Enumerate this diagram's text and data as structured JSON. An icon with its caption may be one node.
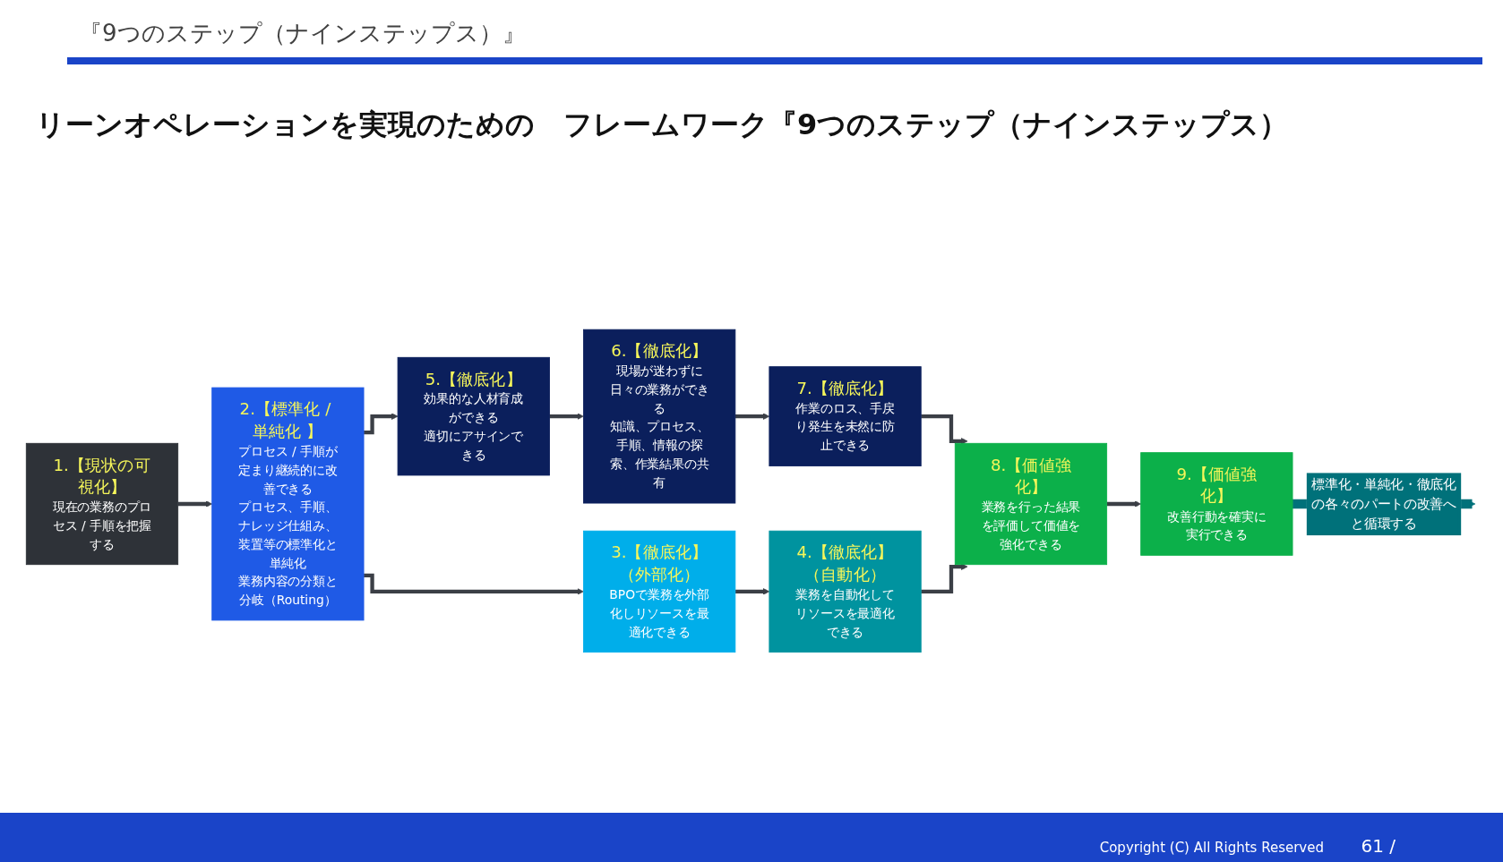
{
  "diagram": {
    "title": "リーンオペレーションを実現のための　フレームワーク『9つのステップ（ナインステップス）",
    "nodes": [
      {
        "text": [
          "1.【現状の可視化】",
          "現在の業務のプロセス / 手順を把握する"
        ]
      },
      {
        "text": [
          "2.【標準化 / 単純化 】",
          "プロセス / 手順が定まり継続的に改善できる",
          "プロセス、手順、ナレッジ仕組み、装置等の標準化と単純化",
          "業務内容の分類と分岐（Routing）"
        ]
      },
      {
        "text": [
          "3.【徹底化】（外部化）",
          "BPOで業務を外部化しリソースを最適化できる"
        ]
      },
      {
        "text": [
          "4.【徹底化】（自動化）",
          "業務を自動化してリソースを最適化できる"
        ]
      },
      {
        "text": [
          "5.【徹底化】",
          "効果的な人材育成ができる",
          "適切にアサインできる"
        ]
      },
      {
        "text": [
          "6.【徹底化】",
          "現場が迷わずに日々の業務ができる",
          "知識、プロセス、手順、情報の探索、作業結果の共有"
        ]
      },
      {
        "text": [
          "7.【徹底化】",
          "作業のロス、手戻り発生を未然に防止できる"
        ]
      },
      {
        "text": [
          "8.【価値強化】",
          "業務を行った結果を評価して価値を強化できる"
        ]
      },
      {
        "text": [
          "9.【価値強化】",
          "改善行動を確実に実行できる"
        ]
      }
    ],
    "edges": [
      {
        "from": 0,
        "to": 1,
        "arrow": "to"
      },
      {
        "from": 1,
        "to": 4,
        "arrow": "to"
      },
      {
        "from": 4,
        "to": 5,
        "arrow": "to"
      },
      {
        "from": 5,
        "to": 6,
        "arrow": "to"
      },
      {
        "from": 6,
        "to": 7,
        "arrow": "to"
      },
      {
        "from": 7,
        "to": 8,
        "arrow": "to"
      },
      {
        "from": 1,
        "to": 2,
        "arrow": "to"
      },
      {
        "from": 2,
        "to": 3,
        "arrow": "to"
      },
      {
        "from": 3,
        "to": 7,
        "arrow": "to"
      },
      {
        "from": 8,
        "to": null,
        "arrow": "to",
        "label": "標準化・単純化・徹底化の各々のパートの改善へと循環する",
        "style": "thick",
        "color": "#00717a"
      }
    ],
    "labels": [
      "『9つのステップ（ナインステップス）』",
      "Copyright (C) All Rights Reserved",
      "61 /"
    ]
  }
}
